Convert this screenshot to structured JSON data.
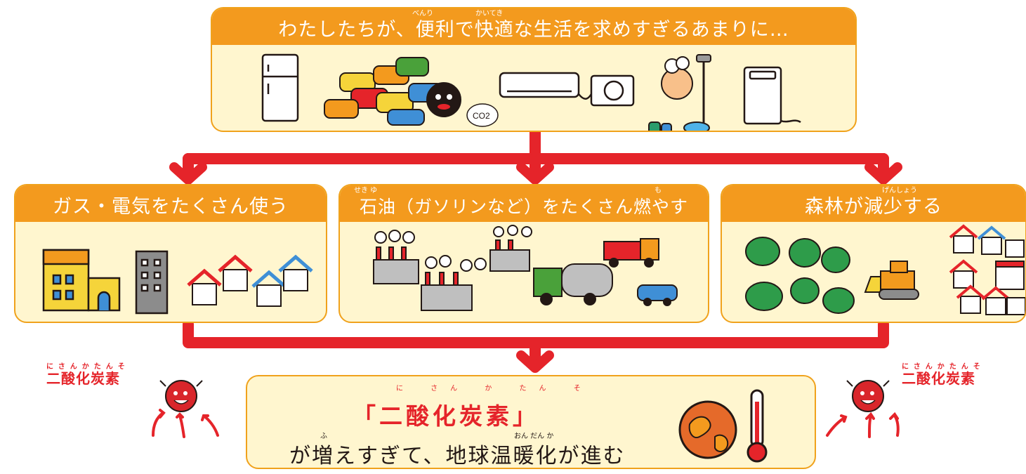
{
  "top_panel": {
    "label": "わたしたちが、便利で快適な生活を求めすぎるあまりに…",
    "ruby_benri": "べんり",
    "ruby_kaiteki": "かいてき",
    "icons": [
      "refrigerator-icon",
      "cars-icon",
      "air-conditioner-icon",
      "shower-bath-icon",
      "washing-machine-icon"
    ],
    "co2_bubble": "CO2"
  },
  "causes": [
    {
      "label": "ガス・電気をたくさん使う",
      "ruby": ""
    },
    {
      "label": "石油（ガソリンなど）をたくさん燃やす",
      "ruby": "せき ゆ",
      "ruby2": "も"
    },
    {
      "label": "森林が減少する",
      "ruby": "げんしょう"
    }
  ],
  "co2_side_label": "二酸化炭素",
  "co2_side_ruby": "にさんかたんそ",
  "result": {
    "title": "「二酸化炭素」",
    "title_ruby": "に さん か たん そ",
    "subtitle": "が増えすぎて、地球温暖化が進む",
    "subtitle_ruby_fu": "ふ",
    "subtitle_ruby_ondanka": "おん だん か"
  },
  "colors": {
    "accent": "#f39a1e",
    "panel_bg": "#fff6cf",
    "arrow": "#e5242a"
  }
}
